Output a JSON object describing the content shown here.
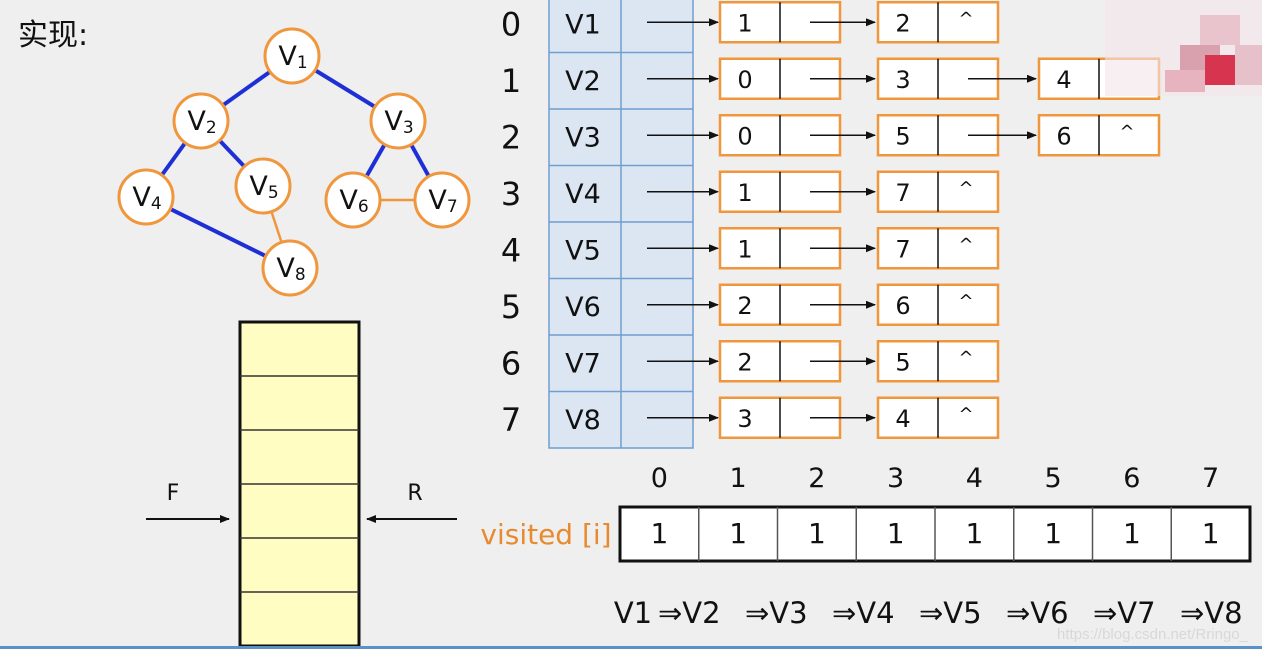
{
  "title": "实现:",
  "graph": {
    "vertices": [
      {
        "id": "V1",
        "base": "V",
        "sub": "1"
      },
      {
        "id": "V2",
        "base": "V",
        "sub": "2"
      },
      {
        "id": "V3",
        "base": "V",
        "sub": "3"
      },
      {
        "id": "V4",
        "base": "V",
        "sub": "4"
      },
      {
        "id": "V5",
        "base": "V",
        "sub": "5"
      },
      {
        "id": "V6",
        "base": "V",
        "sub": "6"
      },
      {
        "id": "V7",
        "base": "V",
        "sub": "7"
      },
      {
        "id": "V8",
        "base": "V",
        "sub": "8"
      }
    ],
    "edges": [
      {
        "from": "V1",
        "to": "V2",
        "style": "blue"
      },
      {
        "from": "V1",
        "to": "V3",
        "style": "blue"
      },
      {
        "from": "V2",
        "to": "V4",
        "style": "blue"
      },
      {
        "from": "V2",
        "to": "V5",
        "style": "blue"
      },
      {
        "from": "V3",
        "to": "V6",
        "style": "blue"
      },
      {
        "from": "V3",
        "to": "V7",
        "style": "blue"
      },
      {
        "from": "V4",
        "to": "V8",
        "style": "blue"
      },
      {
        "from": "V5",
        "to": "V8",
        "style": "orange"
      },
      {
        "from": "V6",
        "to": "V7",
        "style": "orange"
      }
    ]
  },
  "queue": {
    "front_label": "F",
    "rear_label": "R",
    "cells": [
      "",
      "",
      "",
      "",
      "",
      ""
    ]
  },
  "adjacency": {
    "indices": [
      "0",
      "1",
      "2",
      "3",
      "4",
      "5",
      "6",
      "7"
    ],
    "vertices": [
      "V1",
      "V2",
      "V3",
      "V4",
      "V5",
      "V6",
      "V7",
      "V8"
    ],
    "lists": [
      [
        {
          "val": "1",
          "next": ""
        },
        {
          "val": "2",
          "next": "^"
        }
      ],
      [
        {
          "val": "0",
          "next": ""
        },
        {
          "val": "3",
          "next": ""
        },
        {
          "val": "4",
          "next": ""
        }
      ],
      [
        {
          "val": "0",
          "next": ""
        },
        {
          "val": "5",
          "next": ""
        },
        {
          "val": "6",
          "next": "^"
        }
      ],
      [
        {
          "val": "1",
          "next": ""
        },
        {
          "val": "7",
          "next": "^"
        }
      ],
      [
        {
          "val": "1",
          "next": ""
        },
        {
          "val": "7",
          "next": "^"
        }
      ],
      [
        {
          "val": "2",
          "next": ""
        },
        {
          "val": "6",
          "next": "^"
        }
      ],
      [
        {
          "val": "2",
          "next": ""
        },
        {
          "val": "5",
          "next": "^"
        }
      ],
      [
        {
          "val": "3",
          "next": ""
        },
        {
          "val": "4",
          "next": "^"
        }
      ]
    ]
  },
  "visited": {
    "label": "visited [i]",
    "indices": [
      "0",
      "1",
      "2",
      "3",
      "4",
      "5",
      "6",
      "7"
    ],
    "values": [
      "1",
      "1",
      "1",
      "1",
      "1",
      "1",
      "1",
      "1"
    ]
  },
  "traversal": {
    "items": [
      "V1",
      "V2",
      "V3",
      "V4",
      "V5",
      "V6",
      "V7",
      "V8"
    ],
    "arrow": "⇒"
  },
  "watermark": "https://blog.csdn.net/Rringo_",
  "colors": {
    "node_border": "#f0963c",
    "edge_blue": "#1f2fd6",
    "edge_orange": "#f0963c",
    "array_fill": "#dbe6f2",
    "array_border": "#6f9ed0",
    "list_border": "#f0963c",
    "queue_fill": "#fffdc2",
    "visited_label": "#e88a2e"
  }
}
